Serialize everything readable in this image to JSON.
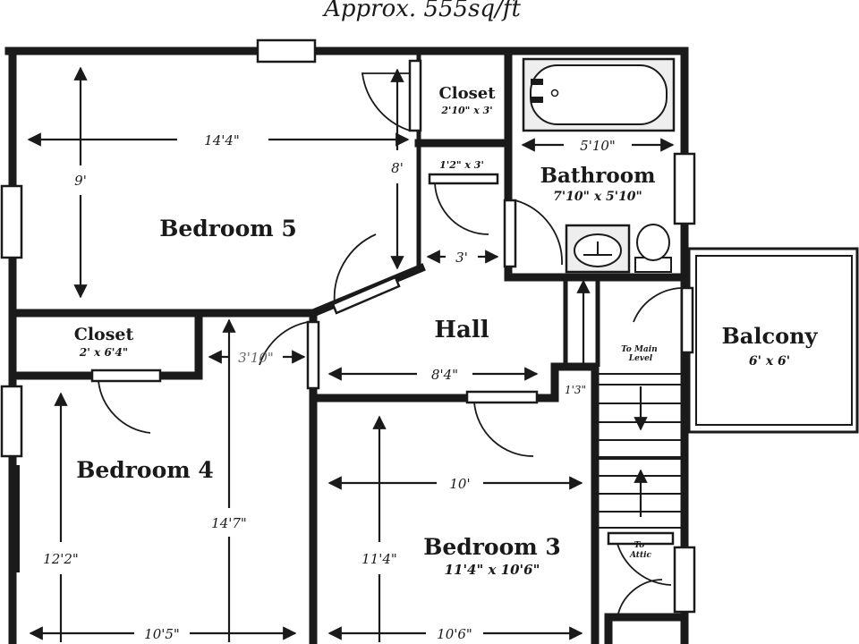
{
  "title": "Approx. 555sq/ft",
  "rooms": {
    "bedroom5": {
      "name": "Bedroom 5"
    },
    "bedroom4": {
      "name": "Bedroom 4"
    },
    "bedroom3": {
      "name": "Bedroom 3",
      "size": "11'4\" x 10'6\""
    },
    "closet_top": {
      "name": "Closet",
      "size": "2'10\" x 3'"
    },
    "closet_left": {
      "name": "Closet",
      "size": "2' x 6'4\""
    },
    "bathroom": {
      "name": "Bathroom",
      "size": "7'10\" x 5'10\""
    },
    "hall": {
      "name": "Hall"
    },
    "balcony": {
      "name": "Balcony",
      "size": "6' x 6'"
    }
  },
  "labels": {
    "to_main_level": "To Main Level",
    "to_attic": "To Attic",
    "linen": "1'2\" x 3'"
  },
  "dimensions": {
    "b5_width": "14'4\"",
    "b5_height": "9'",
    "b5_closet_side": "8'",
    "bath_tub": "5'10\"",
    "hall_3": "3'",
    "hall_3_10": "3'10\"",
    "hall_width": "8'4\"",
    "stair_gap": "1'3\"",
    "b3_width_top": "10'",
    "b3_height": "11'4\"",
    "b3_width_bottom": "10'6\"",
    "b4_height_left": "12'2\"",
    "b4_height_right": "14'7\"",
    "b4_width": "10'5\""
  }
}
